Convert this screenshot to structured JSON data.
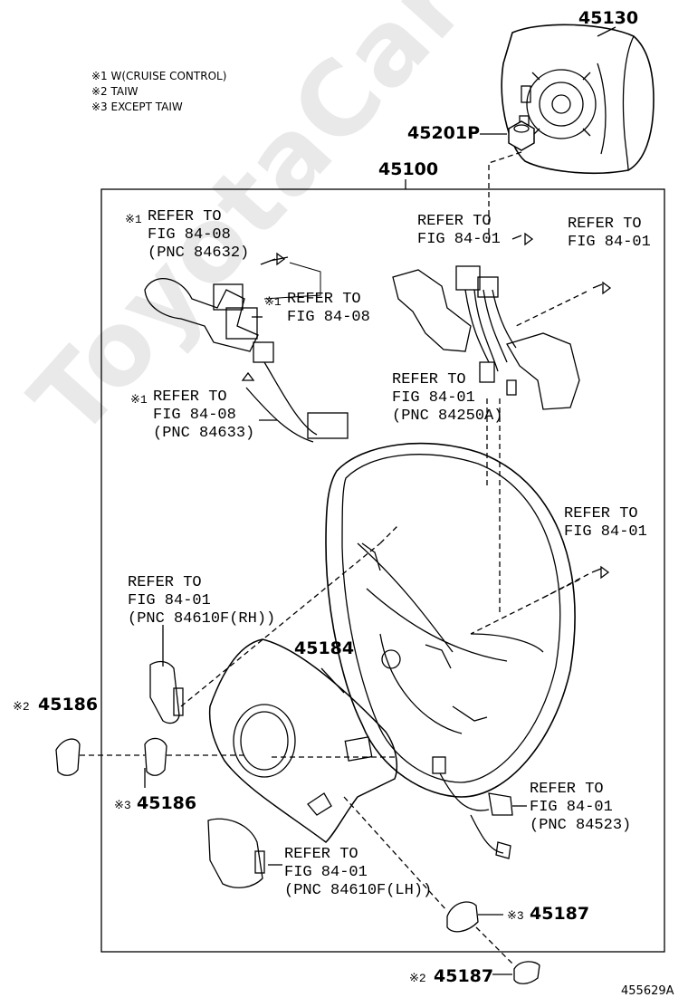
{
  "watermark": "ToyotaCarParts.ru",
  "notes": [
    "※1 W(CRUISE CONTROL)",
    "※2 TAIW",
    "※3 EXCEPT TAIW"
  ],
  "parts": {
    "p45130": "45130",
    "p45201p": "45201P",
    "p45100": "45100",
    "p45184": "45184",
    "p45186_taiw": "45186",
    "p45186_except": "45186",
    "p45187_except": "45187",
    "p45187_taiw": "45187"
  },
  "marks": {
    "m1": "※1",
    "m2": "※2",
    "m3": "※3"
  },
  "refs": {
    "r84632": "REFER TO\nFIG 84-08\n(PNC 84632)",
    "r8408b": "REFER TO\nFIG 84-08",
    "r84633": "REFER TO\nFIG 84-08\n(PNC 84633)",
    "r8401a": "REFER TO\nFIG 84-01",
    "r8401b": "REFER TO\nFIG 84-01",
    "r84250a": "REFER TO\nFIG 84-01\n(PNC 84250A)",
    "r8401c": "REFER TO\nFIG 84-01",
    "r84610rh": "REFER TO\nFIG 84-01\n(PNC 84610F(RH))",
    "r84523": "REFER TO\nFIG 84-01\n(PNC 84523)",
    "r84610lh": "REFER TO\nFIG 84-01\n(PNC 84610F(LH))"
  },
  "figure_id": "455629A"
}
